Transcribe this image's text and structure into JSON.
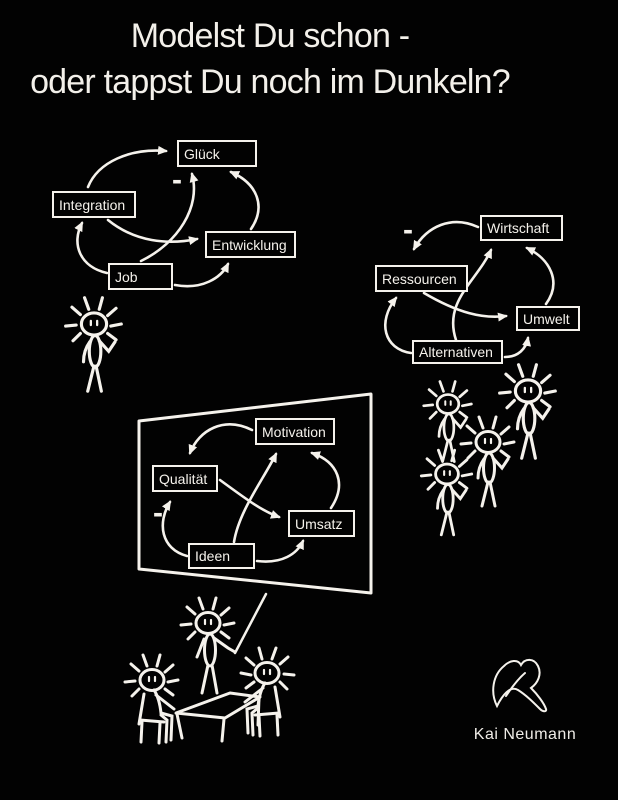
{
  "title": {
    "line1": "Modelst Du schon -",
    "line2": "oder tappst Du noch im Dunkeln?"
  },
  "colors": {
    "background": "#020202",
    "ink": "#f5f2ec"
  },
  "diagrams": [
    {
      "nodes": [
        {
          "label": "Glück"
        },
        {
          "label": "Integration"
        },
        {
          "label": "Entwicklung"
        },
        {
          "label": "Job"
        }
      ],
      "negative_marker": "-",
      "edges": [
        {
          "from": "Integration",
          "to": "Glück",
          "sign": ""
        },
        {
          "from": "Job",
          "to": "Glück",
          "sign": "-"
        },
        {
          "from": "Entwicklung",
          "to": "Glück",
          "sign": ""
        },
        {
          "from": "Integration",
          "to": "Entwicklung",
          "sign": ""
        },
        {
          "from": "Job",
          "to": "Integration",
          "sign": ""
        },
        {
          "from": "Job",
          "to": "Entwicklung",
          "sign": ""
        }
      ]
    },
    {
      "nodes": [
        {
          "label": "Wirtschaft"
        },
        {
          "label": "Ressourcen"
        },
        {
          "label": "Umwelt"
        },
        {
          "label": "Alternativen"
        }
      ],
      "negative_marker": "-",
      "edges": [
        {
          "from": "Wirtschaft",
          "to": "Ressourcen",
          "sign": "-"
        },
        {
          "from": "Alternativen",
          "to": "Wirtschaft",
          "sign": ""
        },
        {
          "from": "Umwelt",
          "to": "Wirtschaft",
          "sign": ""
        },
        {
          "from": "Ressourcen",
          "to": "Umwelt",
          "sign": ""
        },
        {
          "from": "Alternativen",
          "to": "Ressourcen",
          "sign": ""
        },
        {
          "from": "Alternativen",
          "to": "Umwelt",
          "sign": ""
        }
      ]
    },
    {
      "nodes": [
        {
          "label": "Motivation"
        },
        {
          "label": "Qualität"
        },
        {
          "label": "Umsatz"
        },
        {
          "label": "Ideen"
        }
      ],
      "negative_marker": "-",
      "edges": [
        {
          "from": "Motivation",
          "to": "Qualität",
          "sign": ""
        },
        {
          "from": "Ideen",
          "to": "Qualität",
          "sign": "-"
        },
        {
          "from": "Ideen",
          "to": "Motivation",
          "sign": ""
        },
        {
          "from": "Qualität",
          "to": "Umsatz",
          "sign": ""
        },
        {
          "from": "Umsatz",
          "to": "Motivation",
          "sign": ""
        },
        {
          "from": "Ideen",
          "to": "Umsatz",
          "sign": ""
        }
      ]
    }
  ],
  "signature": {
    "name": "Kai Neumann"
  }
}
